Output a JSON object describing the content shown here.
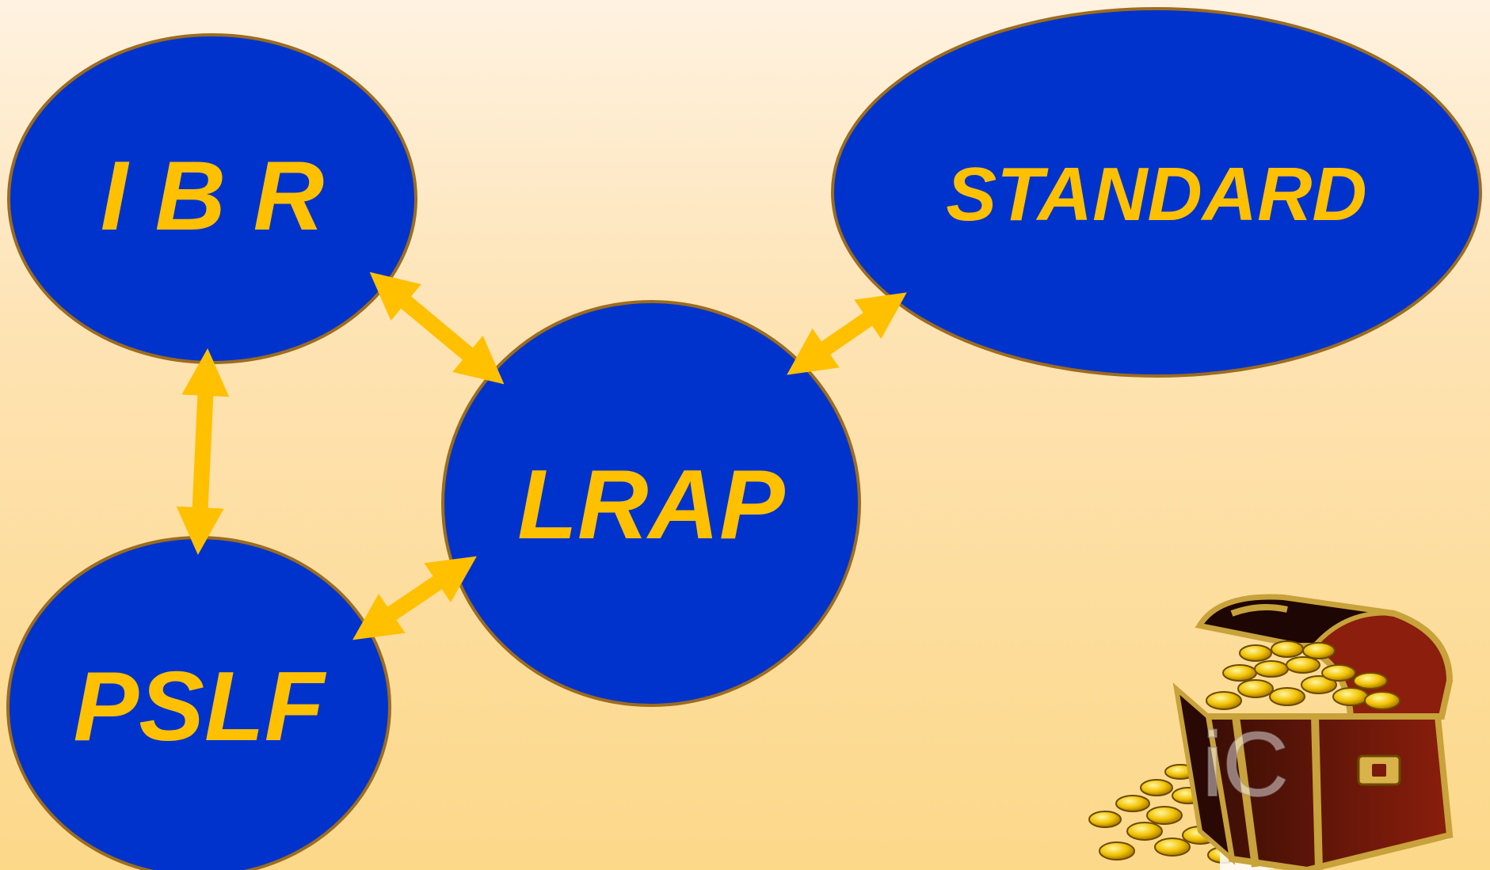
{
  "diagram": {
    "nodes": [
      {
        "id": "ibr",
        "label": "I B R"
      },
      {
        "id": "standard",
        "label": "STANDARD"
      },
      {
        "id": "lrap",
        "label": "LRAP"
      },
      {
        "id": "pslf",
        "label": "PSLF"
      }
    ],
    "edges": [
      {
        "from": "ibr",
        "to": "lrap",
        "direction": "both"
      },
      {
        "from": "ibr",
        "to": "pslf",
        "direction": "both"
      },
      {
        "from": "lrap",
        "to": "standard",
        "direction": "both"
      },
      {
        "from": "lrap",
        "to": "pslf",
        "direction": "both"
      }
    ],
    "colors": {
      "node_fill": "#0033cc",
      "node_stroke": "#9c6c1e",
      "label": "#ffc000",
      "arrow": "#ffc000"
    }
  },
  "illustration": {
    "icon": "treasure-chest-icon",
    "watermark": "iC"
  }
}
